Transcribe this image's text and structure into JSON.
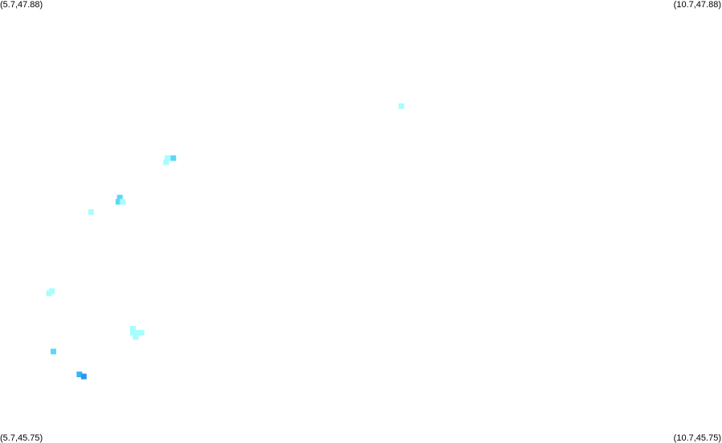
{
  "corners": {
    "top_left": "(5.7,47.88)",
    "top_right": "(10.7,47.88)",
    "bottom_left": "(5.7,45.75)",
    "bottom_right": "(10.7,45.75)"
  },
  "extent": {
    "lon_min": 5.7,
    "lon_max": 10.7,
    "lat_min": 45.75,
    "lat_max": 47.88
  },
  "colors": {
    "pale": "#a6fefe",
    "light": "#5ad8fa",
    "mid": "#3cb4f0",
    "dark": "#2896ea"
  },
  "points": [
    {
      "lon": 8.48,
      "lat": 47.37,
      "level": "pale"
    },
    {
      "lon": 6.85,
      "lat": 47.1,
      "level": "pale"
    },
    {
      "lon": 6.86,
      "lat": 47.12,
      "level": "pale"
    },
    {
      "lon": 6.9,
      "lat": 47.12,
      "level": "light"
    },
    {
      "lon": 6.53,
      "lat": 46.93,
      "level": "light"
    },
    {
      "lon": 6.52,
      "lat": 46.91,
      "level": "light"
    },
    {
      "lon": 6.55,
      "lat": 46.91,
      "level": "pale"
    },
    {
      "lon": 6.33,
      "lat": 46.86,
      "level": "pale"
    },
    {
      "lon": 6.04,
      "lat": 46.47,
      "level": "pale"
    },
    {
      "lon": 6.06,
      "lat": 46.48,
      "level": "pale"
    },
    {
      "lon": 6.62,
      "lat": 46.3,
      "level": "pale"
    },
    {
      "lon": 6.62,
      "lat": 46.28,
      "level": "pale"
    },
    {
      "lon": 6.65,
      "lat": 46.28,
      "level": "pale"
    },
    {
      "lon": 6.68,
      "lat": 46.28,
      "level": "pale"
    },
    {
      "lon": 6.64,
      "lat": 46.26,
      "level": "pale"
    },
    {
      "lon": 6.07,
      "lat": 46.19,
      "level": "light"
    },
    {
      "lon": 6.25,
      "lat": 46.08,
      "level": "mid"
    },
    {
      "lon": 6.28,
      "lat": 46.07,
      "level": "dark"
    }
  ]
}
